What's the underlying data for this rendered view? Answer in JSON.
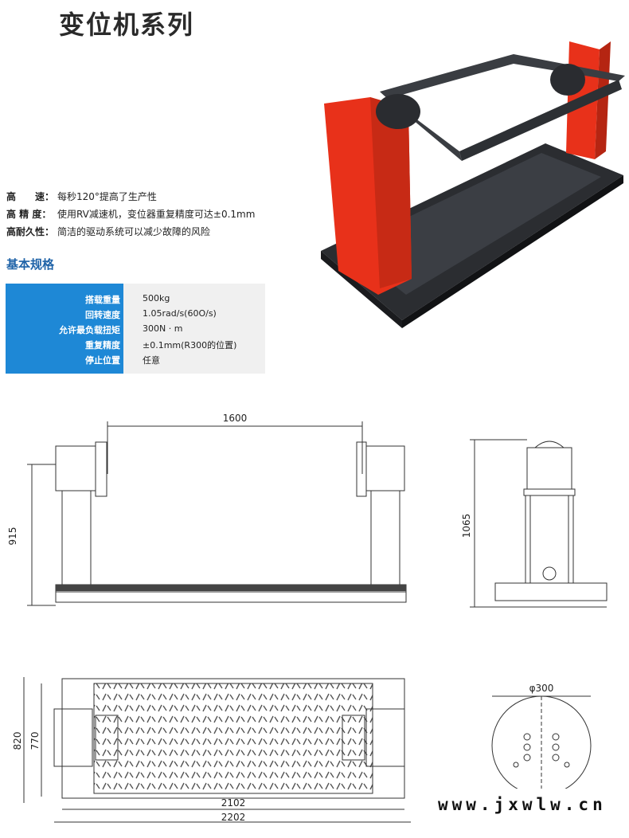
{
  "title": "变位机系列",
  "features": [
    {
      "label": "高　　速：",
      "text": "每秒120°提高了生产性"
    },
    {
      "label": "高 精 度：",
      "text": "使用RV减速机，变位器重复精度可达±0.1mm"
    },
    {
      "label": "高耐久性：",
      "text": "简洁的驱动系统可以减少故障的风险"
    }
  ],
  "spec_heading": "基本规格",
  "specs": [
    {
      "label": "搭载重量",
      "value": "500kg"
    },
    {
      "label": "回转速度",
      "value": "1.05rad/s(60O/s)"
    },
    {
      "label": "允许最负载扭矩",
      "value": "300N · m"
    },
    {
      "label": "重复精度",
      "value": "±0.1mm(R300的位置)"
    },
    {
      "label": "停止位置",
      "value": "任意"
    }
  ],
  "drawings": {
    "front_width": "1600",
    "front_height": "915",
    "side_height": "1065",
    "plan_inner_width": "2102",
    "plan_outer_width": "2202",
    "plan_outer_depth": "820",
    "plan_inner_depth": "770",
    "flange_diameter": "φ300"
  },
  "watermark": "www.jxwlw.cn",
  "colors": {
    "accent_blue": "#1e88d6",
    "machine_red": "#e8311a",
    "frame_dark": "#3a3d42"
  }
}
